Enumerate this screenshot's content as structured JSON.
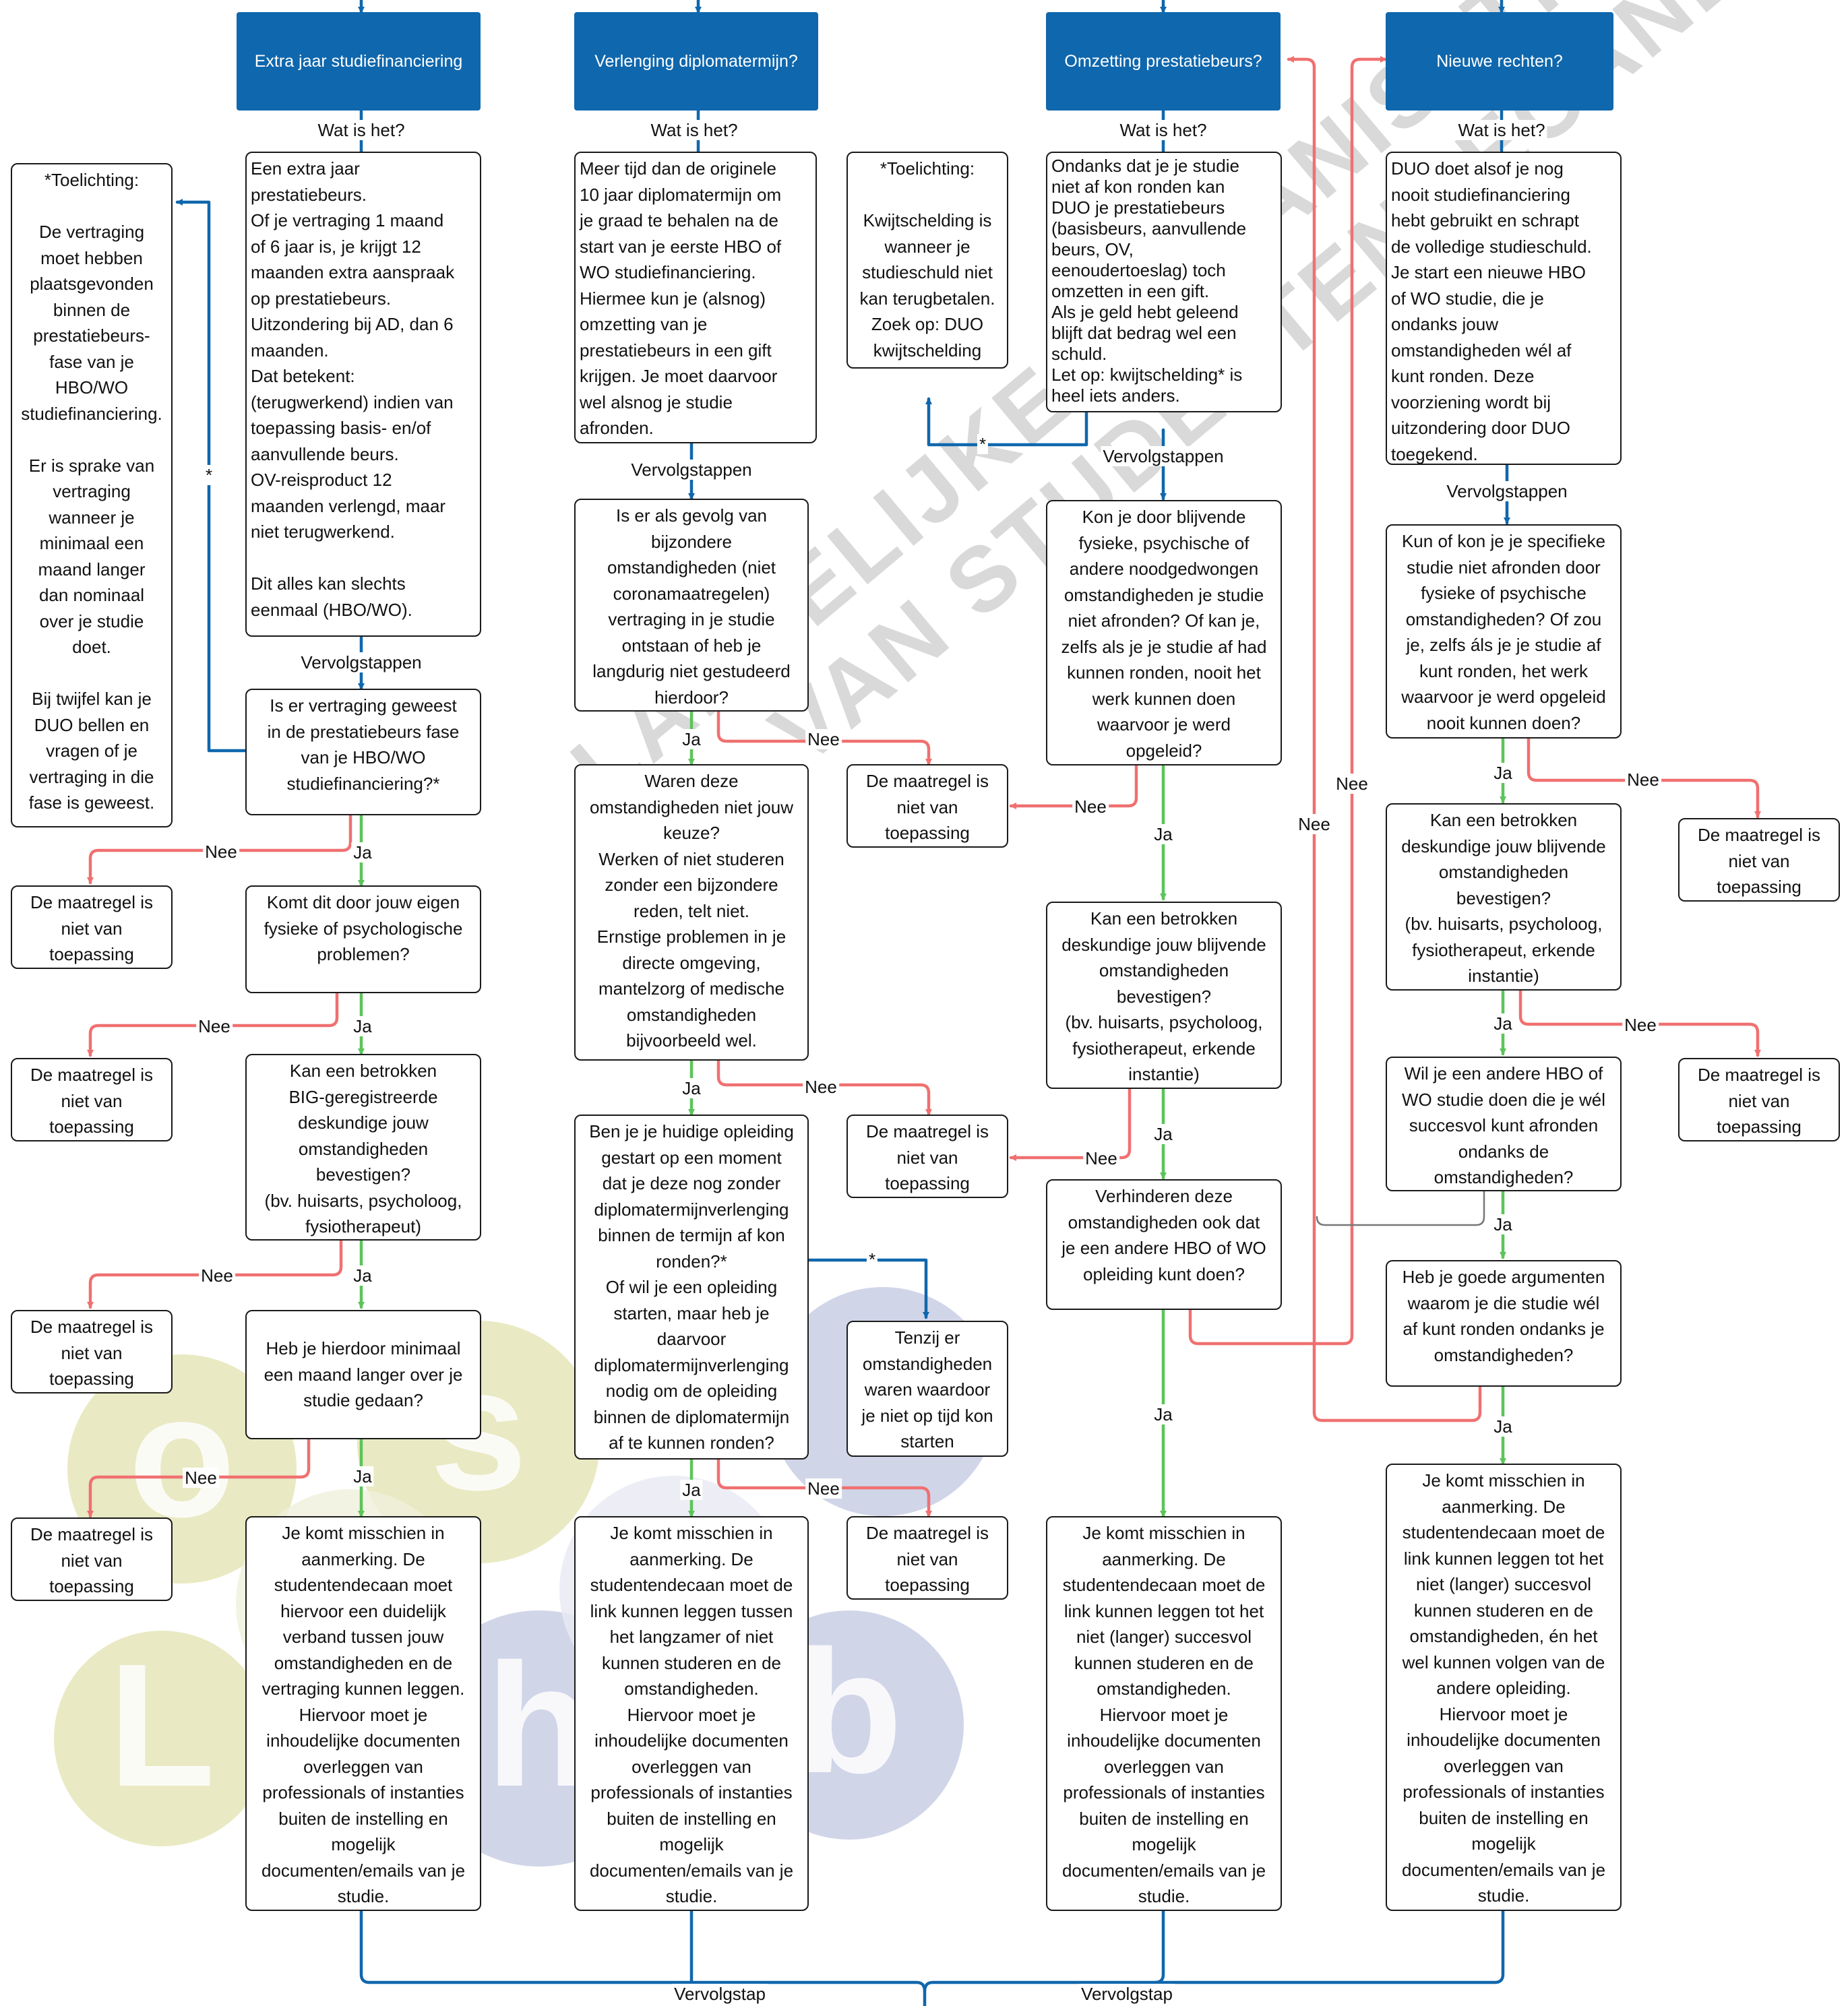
{
  "headers": {
    "h1": "Extra jaar studiefinanciering",
    "h2": "Verlenging diplomatermijn?",
    "h3": "Omzetting prestatiebeurs?",
    "h4": "Nieuwe rechten?"
  },
  "watermark": {
    "line1": "LANDELIJKE ORGANISATIE",
    "line2": "VAN STUDENTENDECANEN"
  },
  "logo_letters": [
    "o",
    "s",
    "l",
    "h",
    "b"
  ],
  "colors": {
    "header_blue": "#0f67ad",
    "flow_blue": "#0f67ad",
    "yes_green": "#5cc45a",
    "no_red": "#f07070",
    "logo_yellow": "#dcdca0",
    "logo_blue": "#b4bcd8"
  },
  "labels": {
    "wat": "Wat is het?",
    "vervolgstappen": "Vervolgstappen",
    "vervolgstap": "Vervolgstap",
    "ja": "Ja",
    "nee": "Nee",
    "star": "*"
  },
  "col1": {
    "wat_text": "Een extra jaar\nprestatiebeurs.\nOf je vertraging 1 maand\nof 6 jaar is, je krijgt 12\nmaanden extra aanspraak\nop prestatiebeurs.\nUitzondering bij AD, dan 6\nmaanden.\nDat betekent:\n(terugwerkend) indien van\ntoepassing basis- en/of\naanvullende beurs.\nOV-reisproduct 12\nmaanden verlengd, maar\nniet terugwerkend.\n\nDit alles kan slechts\neenmaal (HBO/WO).",
    "toelichting": "*Toelichting:\n\nDe vertraging\nmoet hebben\nplaatsgevonden\nbinnen de\nprestatiebeurs-\nfase van je\nHBO/WO\nstudiefinanciering.\n\nEr is sprake van\nvertraging\nwanneer je\nminimaal een\nmaand langer\ndan nominaal\nover je studie\ndoet.\n\nBij twijfel kan je\nDUO bellen en\nvragen of je\nvertraging in die\nfase is geweest.",
    "q1": "Is er vertraging geweest\nin de prestatiebeurs fase\nvan je HBO/WO\nstudiefinanciering?*",
    "q2": "Komt dit door jouw eigen\nfysieke of psychologische\nproblemen?",
    "q3": "Kan een betrokken\nBIG-geregistreerde\ndeskundige jouw\nomstandigheden\nbevestigen?\n(bv. huisarts, psycholoog,\nfysiotherapeut)",
    "q4": "Heb je hierdoor minimaal\neen maand langer over je\nstudie gedaan?",
    "result": "Je komt misschien in\naanmerking. De\nstudentendecaan moet\nhiervoor een duidelijk\nverband tussen jouw\nomstandigheden en de\nvertraging kunnen leggen.\nHiervoor moet je\ninhoudelijke documenten\noverleggen van\nprofessionals of instanties\nbuiten de instelling en\nmogelijk\ndocumenten/emails van je\nstudie."
  },
  "col2": {
    "wat_text": "Meer tijd dan de originele\n10 jaar diplomatermijn om\nje graad te  behalen na de\nstart van je eerste HBO of\nWO studiefinanciering.\nHiermee kun je (alsnog)\nomzetting van je\nprestatiebeurs in een gift\nkrijgen. Je moet daarvoor\nwel alsnog je studie\nafronden.",
    "q1": "Is er als gevolg van\nbijzondere\nomstandigheden (niet\ncoronamaatregelen)\nvertraging in je studie\nontstaan of heb je\nlangdurig niet gestudeerd\nhierdoor?",
    "q2": "Waren deze\nomstandigheden niet jouw\nkeuze?\nWerken of niet studeren\nzonder een bijzondere\nreden, telt niet.\nErnstige problemen in je\ndirecte omgeving,\nmantelzorg of medische\nomstandigheden\nbijvoorbeeld wel.",
    "q3": "Ben je je huidige opleiding\ngestart op een moment\ndat je deze nog zonder\ndiplomatermijnverlenging\nbinnen de termijn af kon\nronden?*\nOf wil je een opleiding\nstarten, maar heb je\ndaarvoor\ndiplomatermijnverlenging\nnodig om de opleiding\nbinnen de diplomatermijn\naf te kunnen ronden?",
    "tenzij": "Tenzij er\nomstandigheden\nwaren waardoor\nje niet op tijd kon\nstarten",
    "result": "Je komt misschien in\naanmerking. De\nstudentendecaan moet de\nlink kunnen leggen tussen\nhet langzamer of niet\nkunnen studeren en de\nomstandigheden.\nHiervoor moet je\ninhoudelijke documenten\noverleggen van\nprofessionals of instanties\nbuiten de instelling en\nmogelijk\ndocumenten/emails van je\nstudie."
  },
  "col3": {
    "toelichting": "*Toelichting:\n\nKwijtschelding is\nwanneer je\nstudieschuld niet\nkan terugbetalen.\nZoek op: DUO\nkwijtschelding",
    "wat_text": "Ondanks dat je je studie\nniet af kon ronden kan\nDUO je prestatiebeurs\n(basisbeurs, aanvullende\nbeurs, OV,\neenoudertoeslag) toch\nomzetten in een gift.\nAls je geld hebt geleend\nblijft dat bedrag wel een\nschuld.\nLet op: kwijtschelding* is\nheel iets anders.",
    "q1": "Kon je door blijvende\nfysieke, psychische of\nandere noodgedwongen\nomstandigheden je studie\nniet afronden? Of kan je,\nzelfs als je je studie af had\nkunnen ronden, nooit het\nwerk kunnen doen\nwaarvoor je werd\nopgeleid?",
    "q2": "Kan een betrokken\ndeskundige jouw blijvende\nomstandigheden\nbevestigen?\n(bv. huisarts, psycholoog,\nfysiotherapeut, erkende\ninstantie)",
    "q3": "Verhinderen deze\nomstandigheden ook dat\nje een andere HBO of WO\nopleiding kunt doen?",
    "result": "Je komt misschien in\naanmerking. De\nstudentendecaan moet de\nlink kunnen leggen tot het\nniet (langer) succesvol\nkunnen studeren en de\nomstandigheden.\nHiervoor moet je\ninhoudelijke documenten\noverleggen van\nprofessionals of instanties\nbuiten de instelling en\nmogelijk\ndocumenten/emails van je\nstudie."
  },
  "col4": {
    "wat_text": "DUO doet alsof je nog\nnooit studiefinanciering\nhebt gebruikt en schrapt\nde volledige studieschuld.\nJe start een nieuwe HBO\nof WO studie, die je\nondanks jouw\nomstandigheden wél af\nkunt ronden. Deze\nvoorziening wordt bij\nuitzondering door DUO\ntoegekend.",
    "q1": "Kun of kon je je specifieke\nstudie niet afronden door\nfysieke of psychische\nomstandigheden? Of zou\nje, zelfs áls je je studie af\nkunt ronden, het werk\nwaarvoor je werd opgeleid\nnooit kunnen doen?",
    "q2": "Kan een betrokken\ndeskundige jouw blijvende\nomstandigheden\nbevestigen?\n(bv. huisarts, psycholoog,\nfysiotherapeut, erkende\ninstantie)",
    "q3": "Wil je een andere HBO of\nWO studie doen die je wél\nsuccesvol kunt afronden\nondanks de\nomstandigheden?",
    "q4": "Heb je goede argumenten\nwaarom je die studie wél\naf kunt ronden ondanks je\nomstandigheden?",
    "result": "Je komt misschien in\naanmerking. De\nstudentendecaan moet de\nlink kunnen leggen tot het\nniet (langer) succesvol\nkunnen studeren en de\nomstandigheden, én het\nwel kunnen volgen van de\nandere opleiding.\nHiervoor moet je\ninhoudelijke documenten\noverleggen van\nprofessionals of instanties\nbuiten de instelling en\nmogelijk\ndocumenten/emails van je\nstudie."
  },
  "not_applicable": "De maatregel is\nniet van\ntoepassing"
}
